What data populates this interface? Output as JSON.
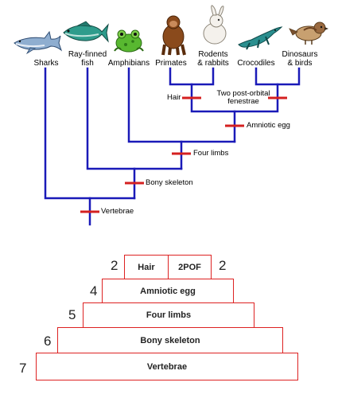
{
  "cladogram": {
    "taxa": [
      "Sharks",
      "Ray-finned\nfish",
      "Amphibians",
      "Primates",
      "Rodents\n& rabbits",
      "Crocodiles",
      "Dinosaurs\n& birds"
    ],
    "traits": {
      "vertebrae": "Vertebrae",
      "bony_skeleton": "Bony skeleton",
      "four_limbs": "Four limbs",
      "amniotic_egg": "Amniotic egg",
      "hair": "Hair",
      "post_orbital": "Two post-orbital\nfenestrae"
    },
    "colors": {
      "lines": "#1a1ab8",
      "marks": "#d42020"
    }
  },
  "pyramid": {
    "levels": [
      {
        "label": "Hair",
        "count": "2"
      },
      {
        "label": "2POF",
        "count": "2"
      },
      {
        "label": "Amniotic egg",
        "count": "4"
      },
      {
        "label": "Four limbs",
        "count": "5"
      },
      {
        "label": "Bony skeleton",
        "count": "6"
      },
      {
        "label": "Vertebrae",
        "count": "7"
      }
    ],
    "border_color": "#dd2222"
  }
}
